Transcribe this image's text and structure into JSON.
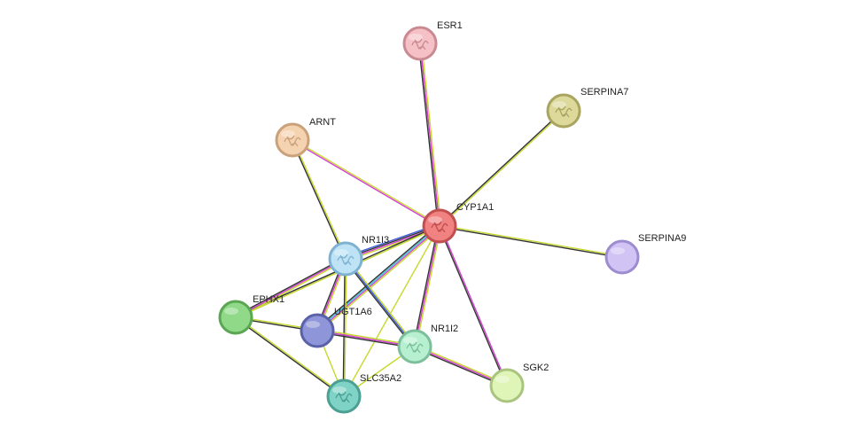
{
  "network": {
    "nodes": [
      {
        "id": "ESR1",
        "label": "ESR1",
        "fill": "#f6c1c6",
        "stroke": "#c98a91",
        "icon": "protein-structure-icon"
      },
      {
        "id": "SERPINA7",
        "label": "SERPINA7",
        "fill": "#dcd99a",
        "stroke": "#a9a561",
        "icon": "protein-structure-icon"
      },
      {
        "id": "ARNT",
        "label": "ARNT",
        "fill": "#f6d3b0",
        "stroke": "#c9a27c",
        "icon": "protein-structure-icon"
      },
      {
        "id": "CYP1A1",
        "label": "CYP1A1",
        "fill": "#f08282",
        "stroke": "#c14f4f",
        "icon": "protein-structure-icon"
      },
      {
        "id": "SERPINA9",
        "label": "SERPINA9",
        "fill": "#d2c3f5",
        "stroke": "#9d8ccf",
        "icon": ""
      },
      {
        "id": "NR1I3",
        "label": "NR1I3",
        "fill": "#bfe3f6",
        "stroke": "#7fb2d1",
        "icon": "protein-structure-icon"
      },
      {
        "id": "EPHX1",
        "label": "EPHX1",
        "fill": "#90d988",
        "stroke": "#5aa653",
        "icon": ""
      },
      {
        "id": "UGT1A6",
        "label": "UGT1A6",
        "fill": "#8e95d8",
        "stroke": "#5a61a8",
        "icon": ""
      },
      {
        "id": "NR1I2",
        "label": "NR1I2",
        "fill": "#b7f0d0",
        "stroke": "#7dbf9b",
        "icon": "protein-structure-icon"
      },
      {
        "id": "SLC35A2",
        "label": "SLC35A2",
        "fill": "#7fd3c6",
        "stroke": "#4c9f93",
        "icon": "protein-structure-icon"
      },
      {
        "id": "SGK2",
        "label": "SGK2",
        "fill": "#dff5b8",
        "stroke": "#a9c47e",
        "icon": ""
      }
    ],
    "edges": [
      {
        "source": "ESR1",
        "target": "CYP1A1",
        "colors": [
          "#c7d92f",
          "#d03fd0",
          "#333333"
        ]
      },
      {
        "source": "SERPINA7",
        "target": "CYP1A1",
        "colors": [
          "#c7d92f",
          "#333333"
        ]
      },
      {
        "source": "ARNT",
        "target": "CYP1A1",
        "colors": [
          "#c7d92f",
          "#d03fd0"
        ]
      },
      {
        "source": "ARNT",
        "target": "NR1I3",
        "colors": [
          "#c7d92f",
          "#333333"
        ]
      },
      {
        "source": "CYP1A1",
        "target": "SERPINA9",
        "colors": [
          "#c7d92f",
          "#333333"
        ]
      },
      {
        "source": "CYP1A1",
        "target": "NR1I3",
        "colors": [
          "#c7d92f",
          "#d03fd0",
          "#333333",
          "#3b5bdb"
        ]
      },
      {
        "source": "CYP1A1",
        "target": "UGT1A6",
        "colors": [
          "#c7d92f",
          "#d03fd0",
          "#3cc3d4",
          "#333333"
        ]
      },
      {
        "source": "CYP1A1",
        "target": "NR1I2",
        "colors": [
          "#c7d92f",
          "#d03fd0",
          "#333333"
        ]
      },
      {
        "source": "CYP1A1",
        "target": "SLC35A2",
        "colors": [
          "#c7d92f"
        ]
      },
      {
        "source": "CYP1A1",
        "target": "SGK2",
        "colors": [
          "#d03fd0",
          "#333333"
        ]
      },
      {
        "source": "CYP1A1",
        "target": "EPHX1",
        "colors": [
          "#c7d92f",
          "#333333"
        ]
      },
      {
        "source": "NR1I3",
        "target": "EPHX1",
        "colors": [
          "#c7d92f",
          "#d03fd0",
          "#333333"
        ]
      },
      {
        "source": "NR1I3",
        "target": "UGT1A6",
        "colors": [
          "#c7d92f",
          "#d03fd0",
          "#333333"
        ]
      },
      {
        "source": "NR1I3",
        "target": "NR1I2",
        "colors": [
          "#c7d92f",
          "#3b5bdb",
          "#333333"
        ]
      },
      {
        "source": "NR1I3",
        "target": "SLC35A2",
        "colors": [
          "#c7d92f",
          "#333333"
        ]
      },
      {
        "source": "EPHX1",
        "target": "UGT1A6",
        "colors": [
          "#c7d92f",
          "#333333"
        ]
      },
      {
        "source": "EPHX1",
        "target": "SLC35A2",
        "colors": [
          "#c7d92f",
          "#333333"
        ]
      },
      {
        "source": "UGT1A6",
        "target": "NR1I2",
        "colors": [
          "#c7d92f",
          "#d03fd0",
          "#333333"
        ]
      },
      {
        "source": "UGT1A6",
        "target": "SLC35A2",
        "colors": [
          "#c7d92f"
        ]
      },
      {
        "source": "NR1I2",
        "target": "SGK2",
        "colors": [
          "#c7d92f",
          "#d03fd0",
          "#333333"
        ]
      },
      {
        "source": "NR1I2",
        "target": "SLC35A2",
        "colors": [
          "#c7d92f"
        ]
      }
    ]
  }
}
